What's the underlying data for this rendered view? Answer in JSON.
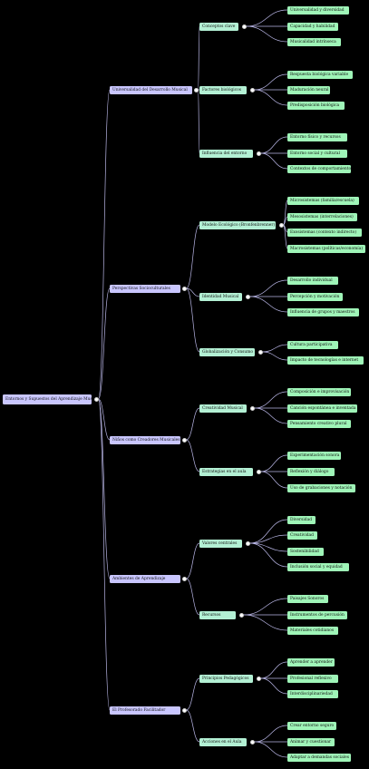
{
  "root": {
    "label": "Entornos y Supuestos del Aprendizaje Musical"
  },
  "branches": [
    {
      "label": "Universalidad del Desarrollo Musical",
      "children": [
        {
          "label": "Conceptos clave",
          "leaves": [
            "Universalidad y diversidad",
            "Capacidad y habilidad",
            "Musicalidad intrínseca"
          ]
        },
        {
          "label": "Factores biológicos",
          "leaves": [
            "Respuesta biológica variable",
            "Maduración neural",
            "Predisposición biológica"
          ]
        },
        {
          "label": "Influencia del entorno",
          "leaves": [
            "Entorno físico y recursos",
            "Entorno social y cultural",
            "Contextos de comportamiento"
          ]
        }
      ]
    },
    {
      "label": "Perspectivas Socioculturales",
      "children": [
        {
          "label": "Modelo Ecológico (Bronfenbrenner)",
          "leaves": [
            "Microsistemas (familia/escuela)",
            "Mesosistemas (interrelaciones)",
            "Exosistemas (contexto indirecto)",
            "Macrosistemas (políticas/economía)"
          ]
        },
        {
          "label": "Identidad Musical",
          "leaves": [
            "Desarrollo individual",
            "Percepción y motivación",
            "Influencia de grupos y maestros"
          ]
        },
        {
          "label": "Globalización y Consumo",
          "leaves": [
            "Cultura participativa",
            "Impacto de tecnologías e internet"
          ]
        }
      ]
    },
    {
      "label": "Niños como Creadores Musicales",
      "children": [
        {
          "label": "Creatividad Musical",
          "leaves": [
            "Composición e improvisación",
            "Canción espontánea e inventada",
            "Pensamiento creativo plural"
          ]
        },
        {
          "label": "Estrategias en el aula",
          "leaves": [
            "Experimentación sonora",
            "Reflexión y diálogo",
            "Uso de grabaciones y notación"
          ]
        }
      ]
    },
    {
      "label": "Ambientes de Aprendizaje",
      "children": [
        {
          "label": "Valores centrales",
          "leaves": [
            "Diversidad",
            "Creatividad",
            "Sostenibilidad",
            "Inclusión social y equidad"
          ]
        },
        {
          "label": "Recursos",
          "leaves": [
            "Paisajes Sonoros",
            "Instrumentos de percusión",
            "Materiales cotidianos"
          ]
        }
      ]
    },
    {
      "label": "El Profesorado Facilitador",
      "children": [
        {
          "label": "Principios Pedagógicos",
          "leaves": [
            "Aprender a aprender",
            "Profesional reflexivo",
            "Interdisciplinariedad"
          ]
        },
        {
          "label": "Acciones en el Aula",
          "leaves": [
            "Crear entorno seguro",
            "Animar y cuestionar",
            "Adaptar a demandas sociales"
          ]
        }
      ]
    }
  ],
  "colors": {
    "background": "#000000",
    "level0": "#c9c6ff",
    "level1": "#c9c6ff",
    "level2": "#b3f0d4",
    "level3": "#9ff5b8",
    "edge": "#b9b6e6"
  }
}
